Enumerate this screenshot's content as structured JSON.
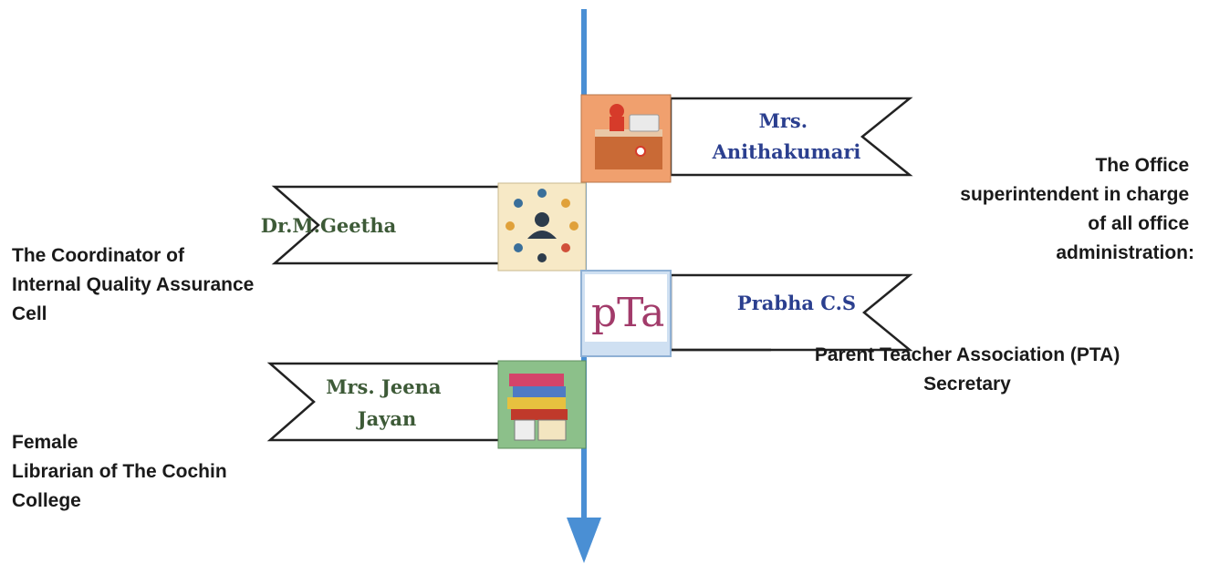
{
  "colors": {
    "arrow": "#4a8fd4",
    "name_blue": "#2b3f8f",
    "name_green": "#3d5a37",
    "caption": "#1a1a1a"
  },
  "entries": [
    {
      "name_lines": [
        "Mrs.",
        "Anithakumari"
      ],
      "name_color": "blue",
      "icon": "reception-desk-icon",
      "caption_lines": [
        "The Office",
        "superintendent in charge",
        "of all office",
        "administration:"
      ]
    },
    {
      "name_lines": [
        "Dr.M.Geetha"
      ],
      "name_color": "green",
      "icon": "network-people-icon",
      "caption_lines": [
        "The Coordinator of",
        "Internal Quality Assurance",
        "Cell"
      ]
    },
    {
      "name_lines": [
        "Prabha C.S"
      ],
      "name_color": "blue",
      "icon": "pta-logo-icon",
      "icon_text": "pTa",
      "caption_lines": [
        "Parent Teacher Association (PTA)",
        "Secretary"
      ]
    },
    {
      "name_lines": [
        "Mrs. Jeena",
        "Jayan"
      ],
      "name_color": "green",
      "icon": "books-icon",
      "caption_lines": [
        "Female",
        "Librarian of The Cochin",
        "College"
      ]
    }
  ]
}
